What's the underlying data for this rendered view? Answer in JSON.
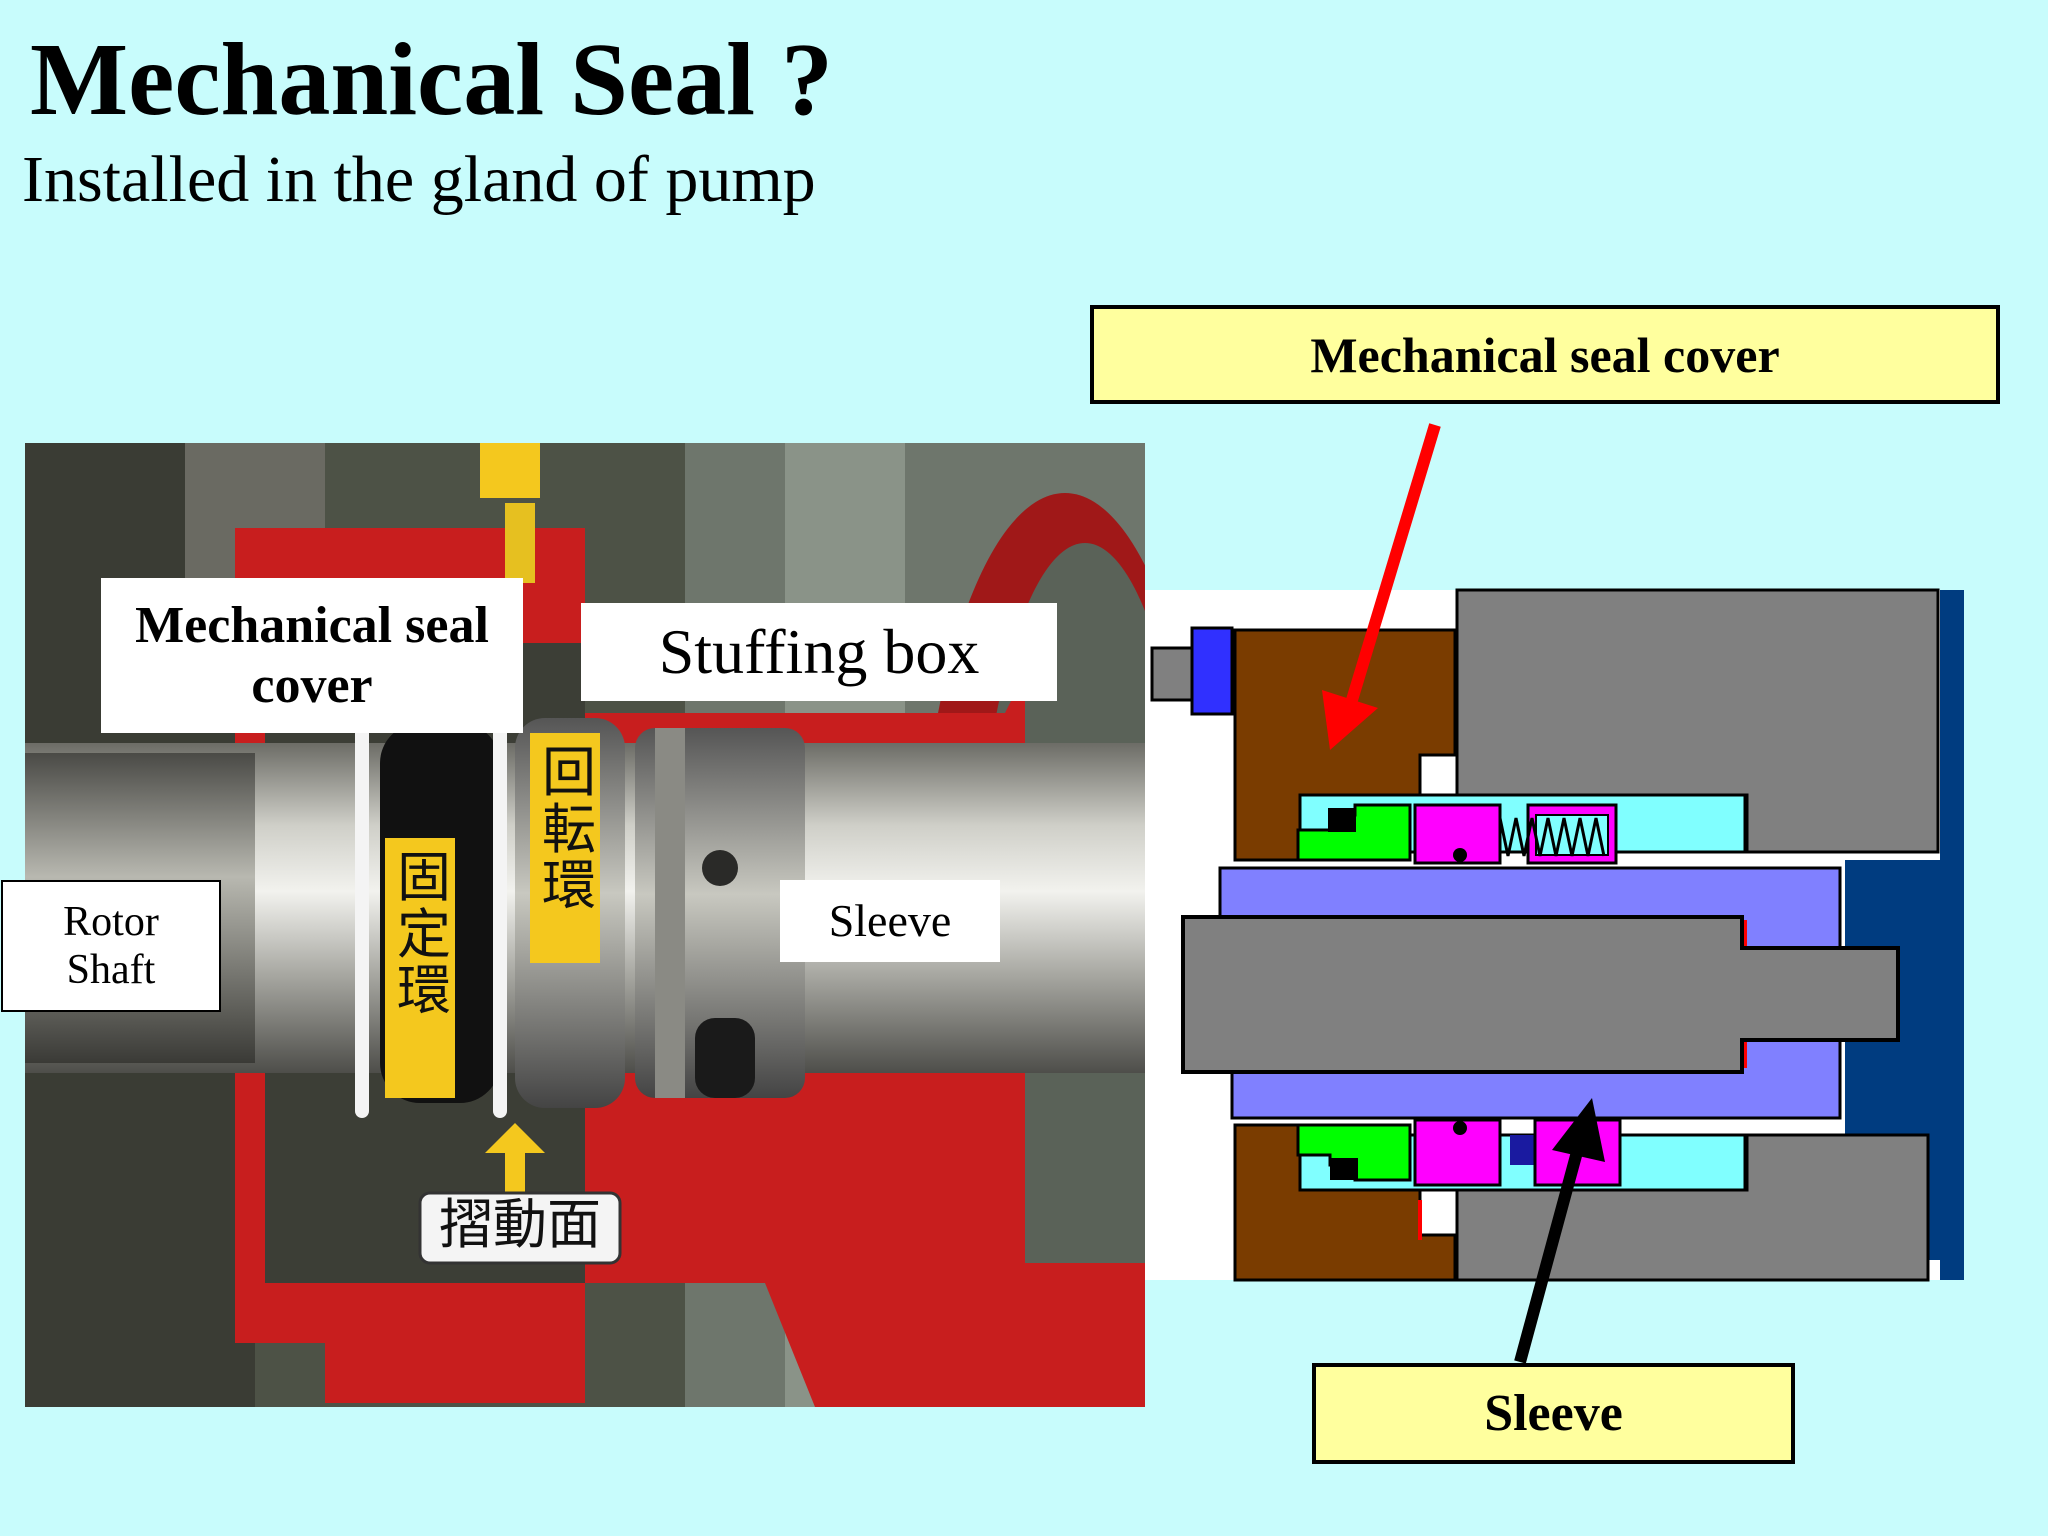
{
  "header": {
    "title": "Mechanical Seal ?",
    "subtitle": "Installed in the gland of pump"
  },
  "photo": {
    "labels": {
      "seal_cover": "Mechanical seal cover",
      "stuffing_box": "Stuffing box",
      "rotor_shaft": "Rotor Shaft",
      "sleeve": "Sleeve"
    },
    "japanese": {
      "rotating_ring": "回転環",
      "fixed_ring": "固定環",
      "sliding_face": "摺動面"
    }
  },
  "diagram": {
    "callouts": {
      "seal_cover": "Mechanical seal cover",
      "sleeve": "Sleeve"
    },
    "colors": {
      "cover": "#7a3c00",
      "housing": "#808080",
      "sleeve": "#8080ff",
      "shaft": "#808080",
      "seat": "#00ff00",
      "ring": "#ff00ff",
      "cavity": "#80ffff",
      "backplate": "#003c80",
      "bolt": "#3030ff",
      "arrow_cover": "#ff0000",
      "arrow_sleeve": "#000000"
    }
  }
}
